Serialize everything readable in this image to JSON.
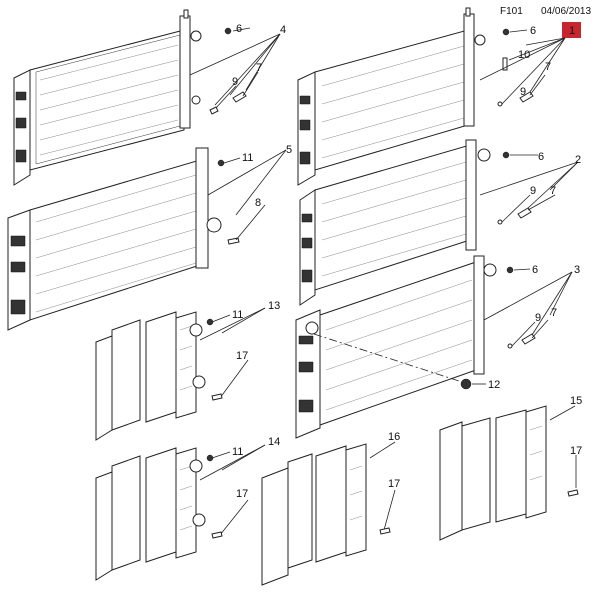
{
  "header": {
    "figure_code": "F101",
    "date": "04/06/2013",
    "marker_number": "1",
    "marker_color": "#c8262f"
  },
  "callouts": [
    "4",
    "6",
    "7",
    "9",
    "5",
    "11",
    "8",
    "13",
    "17",
    "14",
    "16",
    "15",
    "2",
    "10",
    "3",
    "12"
  ]
}
